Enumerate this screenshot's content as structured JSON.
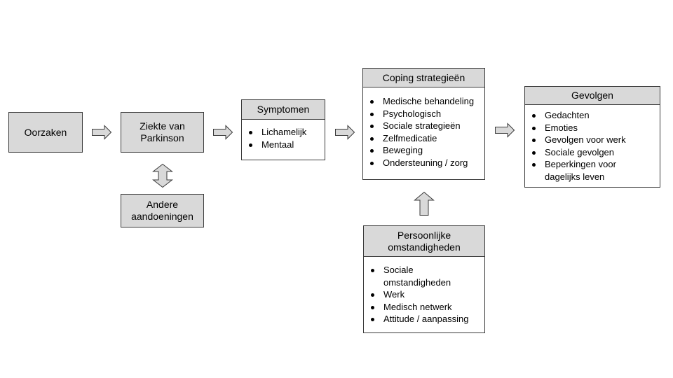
{
  "oorzaken": "Oorzaken",
  "ziekte": "Ziekte van Parkinson",
  "andere": "Andere aandoeningen",
  "symptomen": {
    "title": "Symptomen",
    "items": [
      "Lichamelijk",
      "Mentaal"
    ]
  },
  "coping": {
    "title": "Coping strategieën",
    "items": [
      "Medische behandeling",
      "Psychologisch",
      "Sociale strategieën",
      "Zelfmedicatie",
      "Beweging",
      "Ondersteuning / zorg"
    ]
  },
  "persoonlijk": {
    "title": "Persoonlijke omstandigheden",
    "items": [
      "Sociale omstandigheden",
      "Werk",
      "Medisch netwerk",
      "Attitude / aanpassing"
    ]
  },
  "gevolgen": {
    "title": "Gevolgen",
    "items": [
      "Gedachten",
      "Emoties",
      "Gevolgen voor werk",
      "Sociale gevolgen",
      "Beperkingen voor dagelijks leven"
    ]
  },
  "colors": {
    "fill": "#d9d9d9",
    "border": "#3a3a3a"
  }
}
